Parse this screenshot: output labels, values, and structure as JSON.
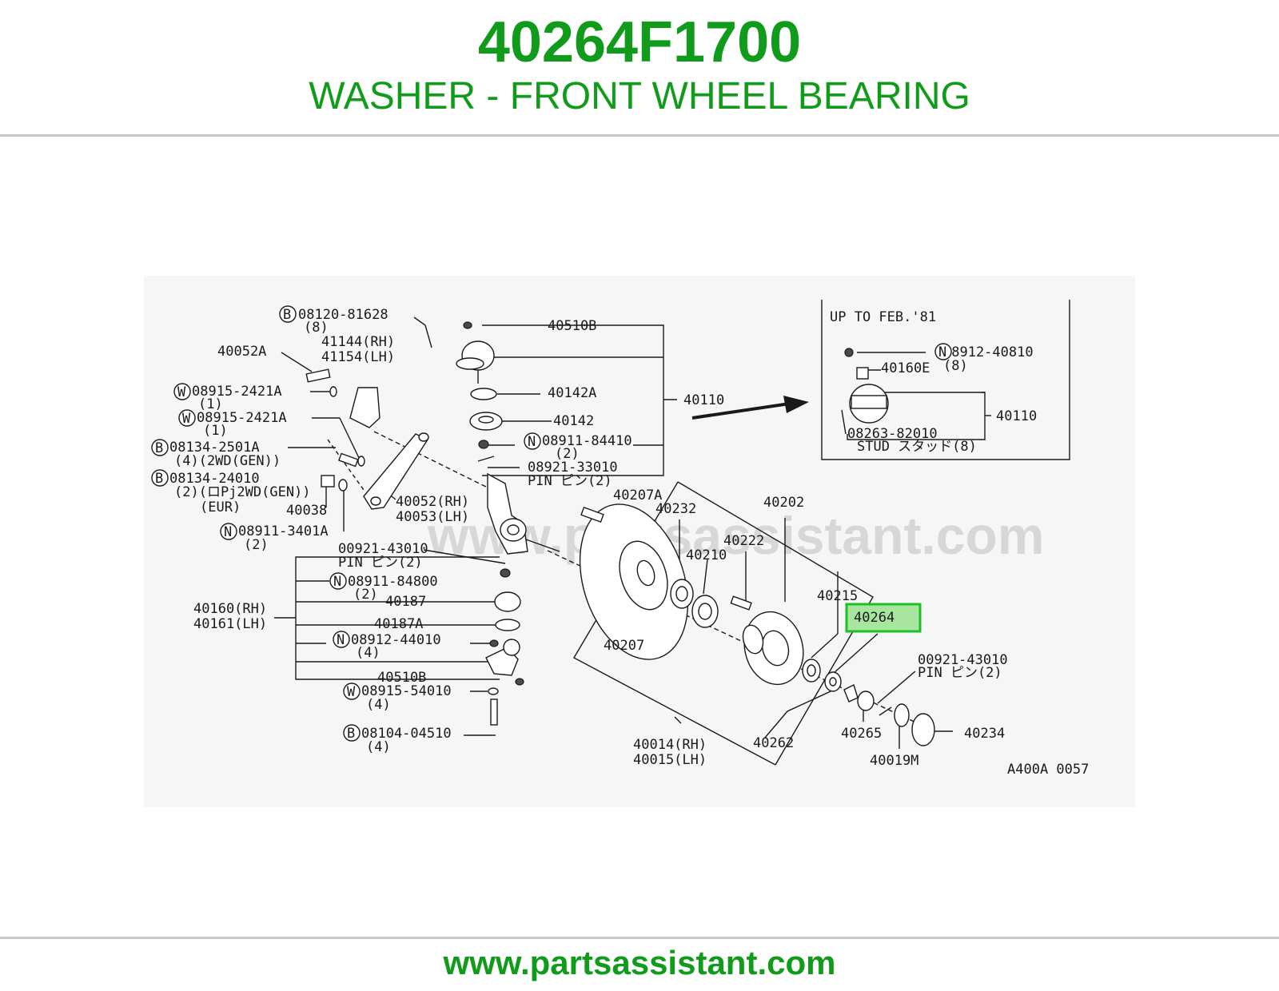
{
  "header": {
    "part_number": "40264F1700",
    "part_description": "WASHER - FRONT WHEEL BEARING"
  },
  "footer": {
    "url": "www.partsassistant.com"
  },
  "diagram": {
    "watermark": "www.partsassistant.com",
    "figure_code": "A400A 0057",
    "highlight_color": "#1fbf2a",
    "highlighted_part": "40264",
    "inset": {
      "title": "UP TO FEB.'81",
      "labels": {
        "n_08912_40810": "08912-40810",
        "n_08912_40810_qty": "(8)",
        "p_40160e": "40160E",
        "p_40110": "40110",
        "stud_number": "08263-82010",
        "stud_desc": "STUD スタッド(8)"
      }
    },
    "labels": {
      "b_08120_81628": "08120-81628",
      "b_08120_81628_qty": "(8)",
      "p_41144": "41144(RH)",
      "p_41154": "41154(LH)",
      "p_40052a": "40052A",
      "w_08915_2421a_1": "08915-2421A",
      "w_08915_2421a_1_qty": "(1)",
      "w_08915_2421a_2": "08915-2421A",
      "w_08915_2421a_2_qty": "(1)",
      "b_08134_2501a": "08134-2501A",
      "b_08134_2501a_qty": "(4)(2WD(GEN))",
      "b_08134_24010": "08134-24010",
      "b_08134_24010_qty": "(2)(ロPj2WD(GEN))",
      "b_08134_24010_eur": "(EUR)",
      "p_40038": "40038",
      "n_08911_3401a": "08911-3401A",
      "n_08911_3401a_qty": "(2)",
      "p_40052_rh": "40052(RH)",
      "p_40053_lh": "40053(LH)",
      "p_40510b_top": "40510B",
      "p_40142a": "40142A",
      "p_40142": "40142",
      "p_40110": "40110",
      "n_08911_84410": "08911-84410",
      "n_08911_84410_qty": "(2)",
      "p_08921_33010": "08921-33010",
      "p_08921_33010_pin": "PIN ピン(2)",
      "p_00921_43010_l": "00921-43010",
      "p_00921_43010_l_pin": "PIN ピン(2)",
      "n_08911_84800": "08911-84800",
      "n_08911_84800_qty": "(2)",
      "p_40187": "40187",
      "p_40187a": "40187A",
      "p_40160_rh": "40160(RH)",
      "p_40161_lh": "40161(LH)",
      "n_08912_44010": "08912-44010",
      "n_08912_44010_qty": "(4)",
      "p_40510b_bot": "40510B",
      "w_08915_54010": "08915-54010",
      "w_08915_54010_qty": "(4)",
      "b_08104_04510": "08104-04510",
      "b_08104_04510_qty": "(4)",
      "p_40207a": "40207A",
      "p_40232": "40232",
      "p_40202": "40202",
      "p_40222": "40222",
      "p_40210": "40210",
      "p_40215": "40215",
      "p_40207": "40207",
      "p_00921_43010_r": "00921-43010",
      "p_00921_43010_r_pin": "PIN ピン(2)",
      "p_40265": "40265",
      "p_40234": "40234",
      "p_40019m": "40019M",
      "p_40014_rh": "40014(RH)",
      "p_40015_lh": "40015(LH)",
      "p_40262": "40262"
    },
    "circle_glyphs": {
      "bolt": "B",
      "washer": "W",
      "nut": "N"
    }
  }
}
